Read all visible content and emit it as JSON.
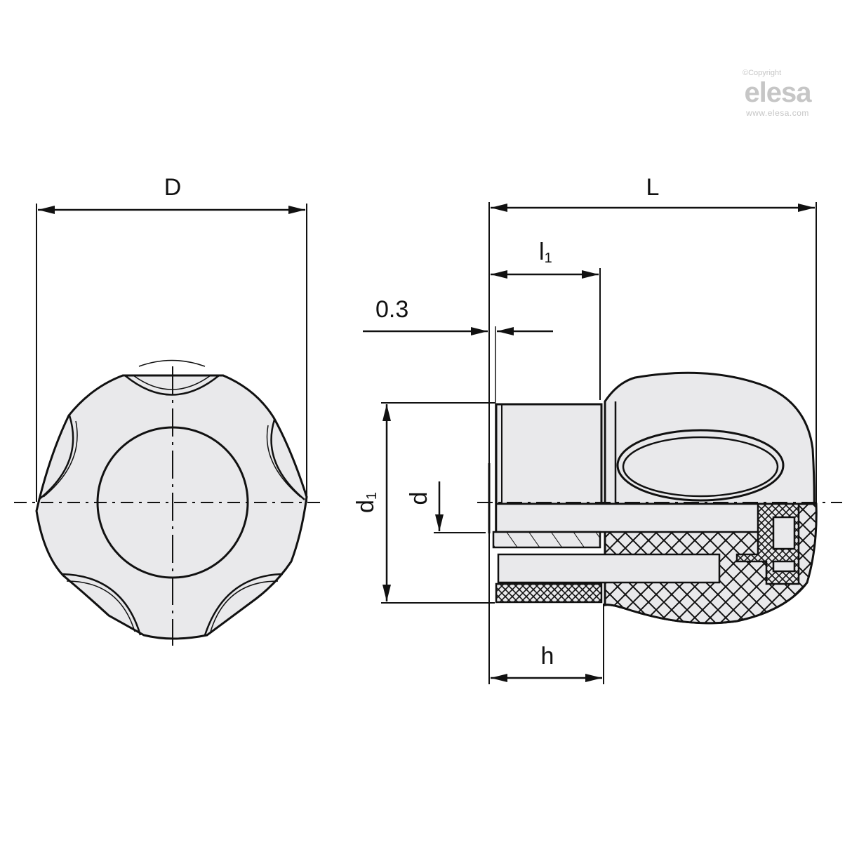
{
  "watermark": {
    "copyright": "©Copyright",
    "brand": "elesa",
    "url": "www.elesa.com"
  },
  "front_view": {
    "dimension_D": "D"
  },
  "side_view": {
    "dimension_L": "L",
    "dimension_l1_base": "l",
    "dimension_l1_sub": "1",
    "dimension_gap": "0.3",
    "dimension_d1_base": "d",
    "dimension_d1_sub": "1",
    "dimension_d": "d",
    "dimension_h": "h"
  },
  "colors": {
    "line": "#111111",
    "fill": "#e9e9eb",
    "watermark": "#c6c6c6",
    "background": "#ffffff"
  }
}
